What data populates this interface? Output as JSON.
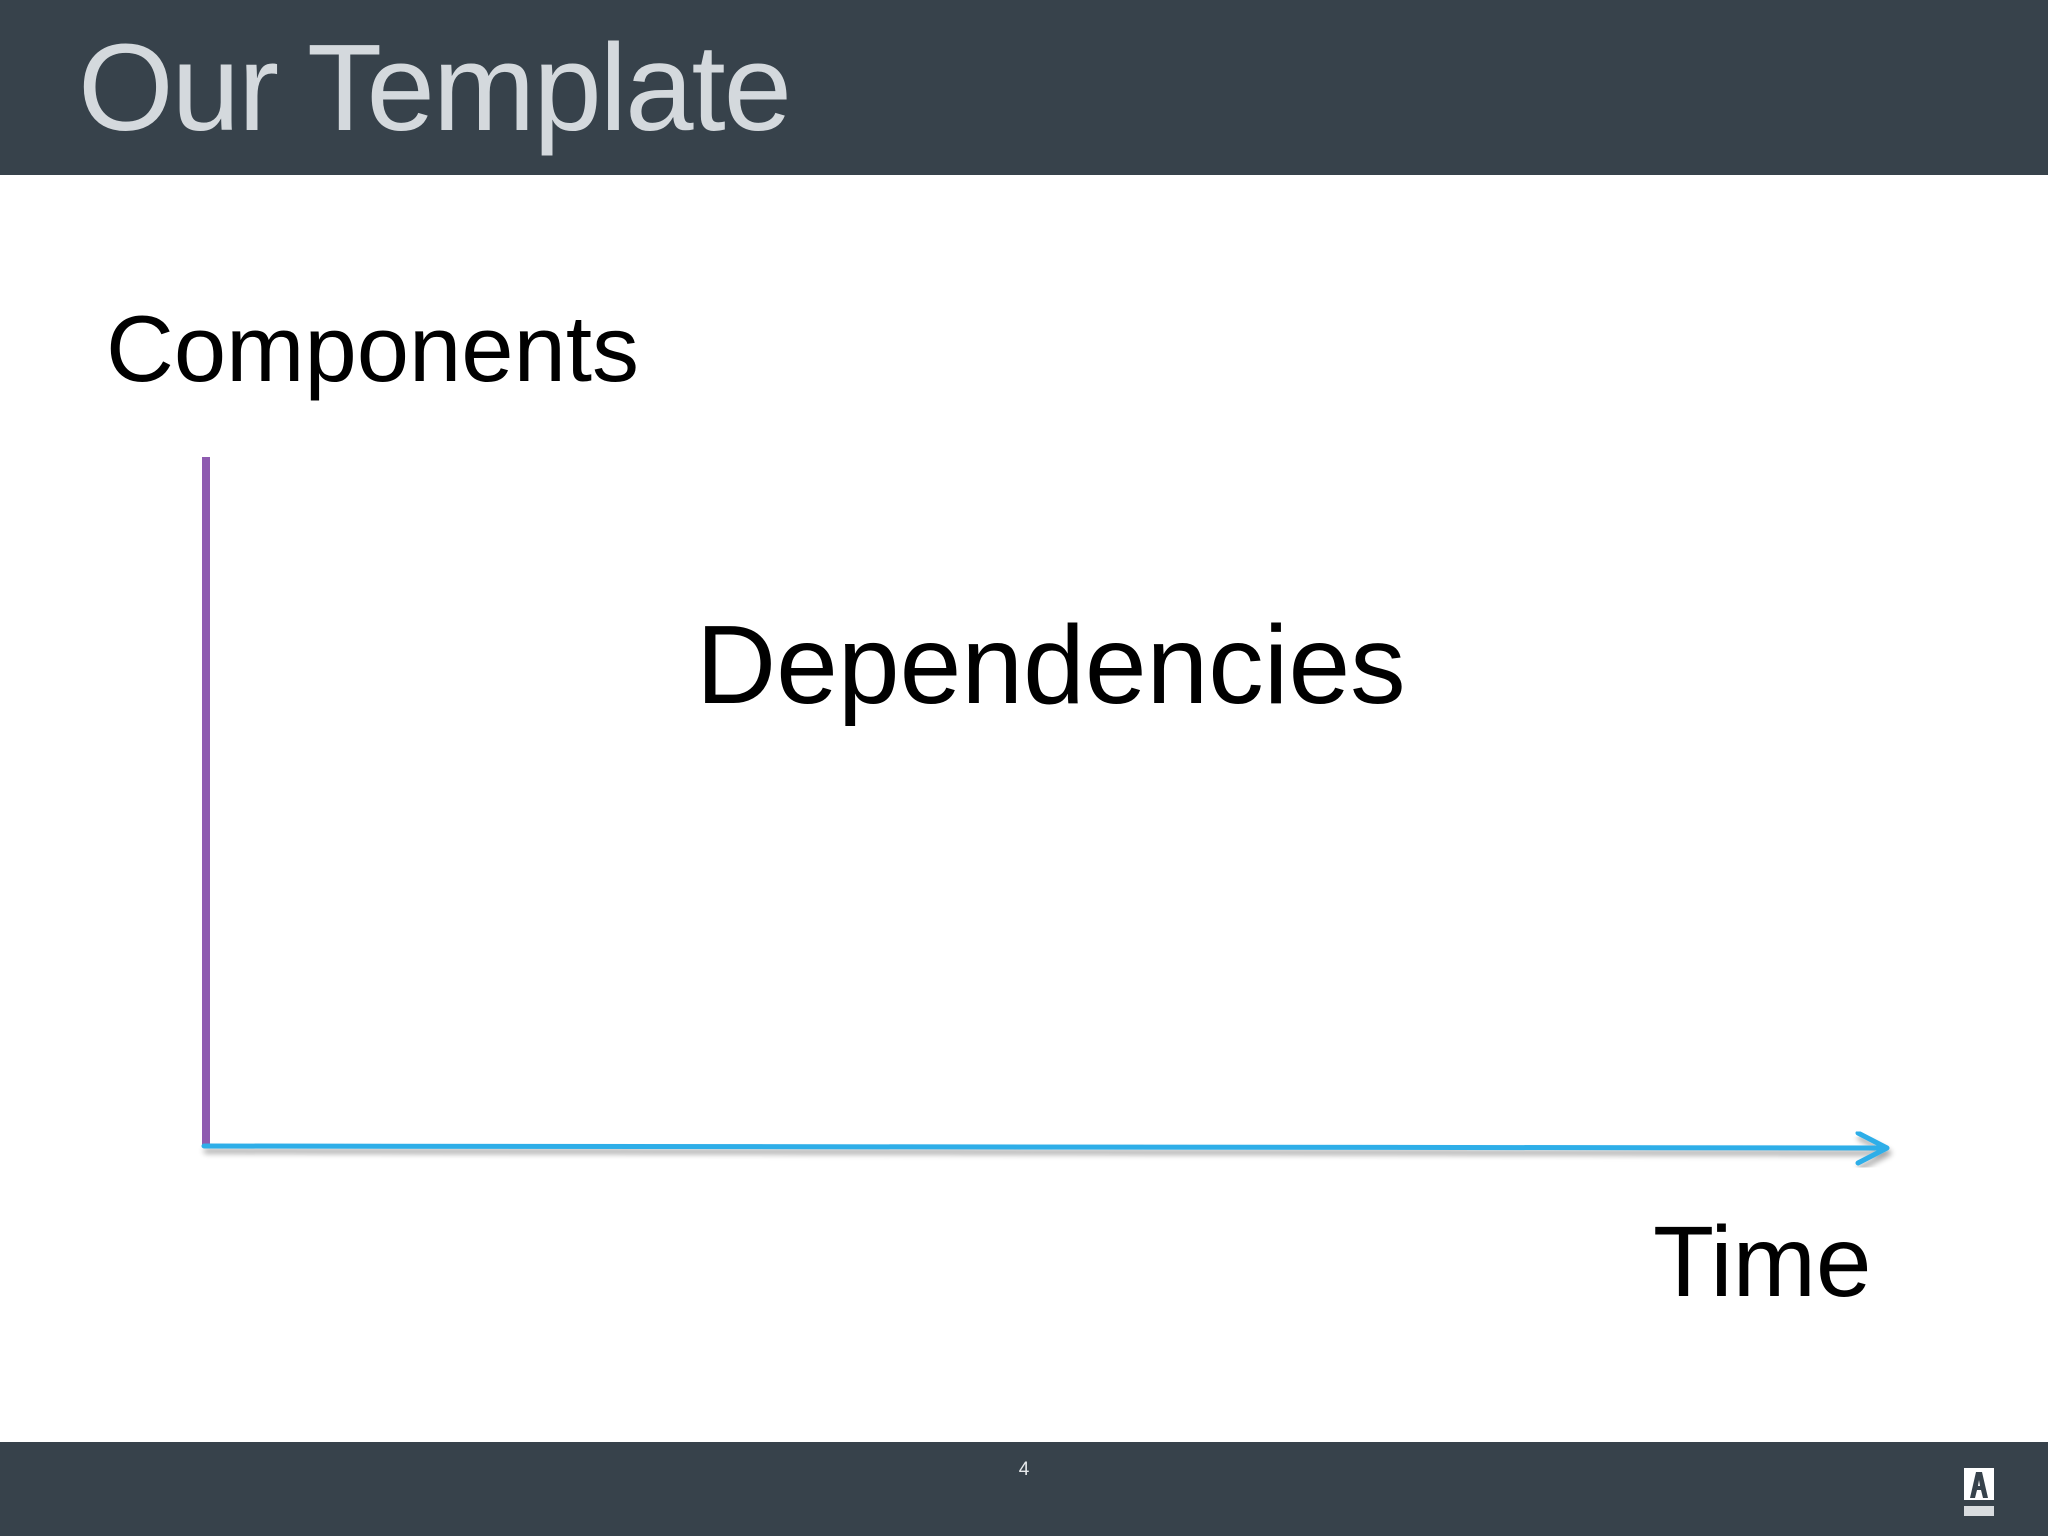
{
  "slide": {
    "title": "Our Template",
    "page_number": "4"
  },
  "diagram": {
    "y_axis_label": "Components",
    "center_label": "Dependencies",
    "x_axis_label": "Time"
  },
  "colors": {
    "header_bg": "#37424b",
    "title_text": "#d4d9dd",
    "y_axis": "#8e5bb0",
    "x_axis": "#2eaee8",
    "body_text": "#000000"
  },
  "icons": {
    "brand_logo": "adobe-logo"
  }
}
